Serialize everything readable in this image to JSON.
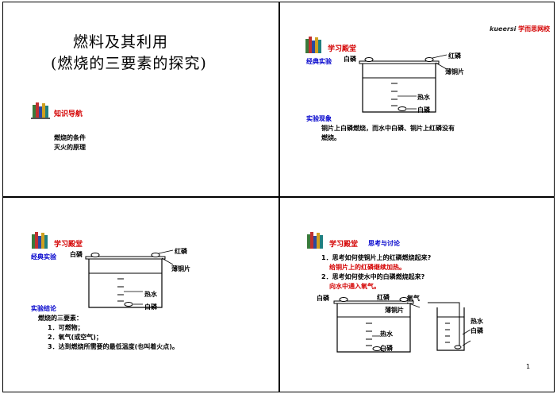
{
  "brand": {
    "logo_text": "kueersi",
    "school": "学而思网校"
  },
  "slide1": {
    "title_line1": "燃料及其利用",
    "title_line2": "(燃烧的三要素的探究)",
    "section": "知识导航",
    "items": [
      "燃烧的条件",
      "灭火的原理"
    ]
  },
  "slide2": {
    "section": "学习殿堂",
    "experiment_label": "经典实验",
    "labels": {
      "white_p": "白磷",
      "red_p": "红磷",
      "copper": "薄铜片",
      "hot_water": "热水",
      "white_p_bottom": "白磷"
    },
    "phenomenon_label": "实验现象",
    "phenomenon_line1": "铜片上白磷燃烧，而水中白磷、铜片上红磷没有",
    "phenomenon_line2": "燃烧。"
  },
  "slide3": {
    "section": "学习殿堂",
    "experiment_label": "经典实验",
    "labels": {
      "white_p": "白磷",
      "red_p": "红磷",
      "copper": "薄铜片",
      "hot_water": "热水",
      "white_p_bottom": "白磷"
    },
    "conclusion_label": "实验结论",
    "conclusion_intro": "燃烧的三要素：",
    "conclusions": [
      "1．可燃物；",
      "2．氧气(或空气)；",
      "3．达到燃烧所需要的最低温度(也叫着火点)。"
    ]
  },
  "slide4": {
    "section": "学习殿堂",
    "subtitle": "思考与讨论",
    "q1": "1．思考如何使铜片上的红磷燃烧起来?",
    "a1": "给铜片上的红磷继续加热。",
    "q2": "2．思考如何使水中的白磷燃烧起来?",
    "a2": "向水中通入氧气。",
    "labels": {
      "white_p": "白磷",
      "red_p": "红磷",
      "copper": "薄铜片",
      "hot_water": "热水",
      "white_p_bottom": "白磷",
      "oxygen": "氧气",
      "hot_water2": "热水",
      "white_p2": "白磷"
    }
  },
  "page_number": "1"
}
